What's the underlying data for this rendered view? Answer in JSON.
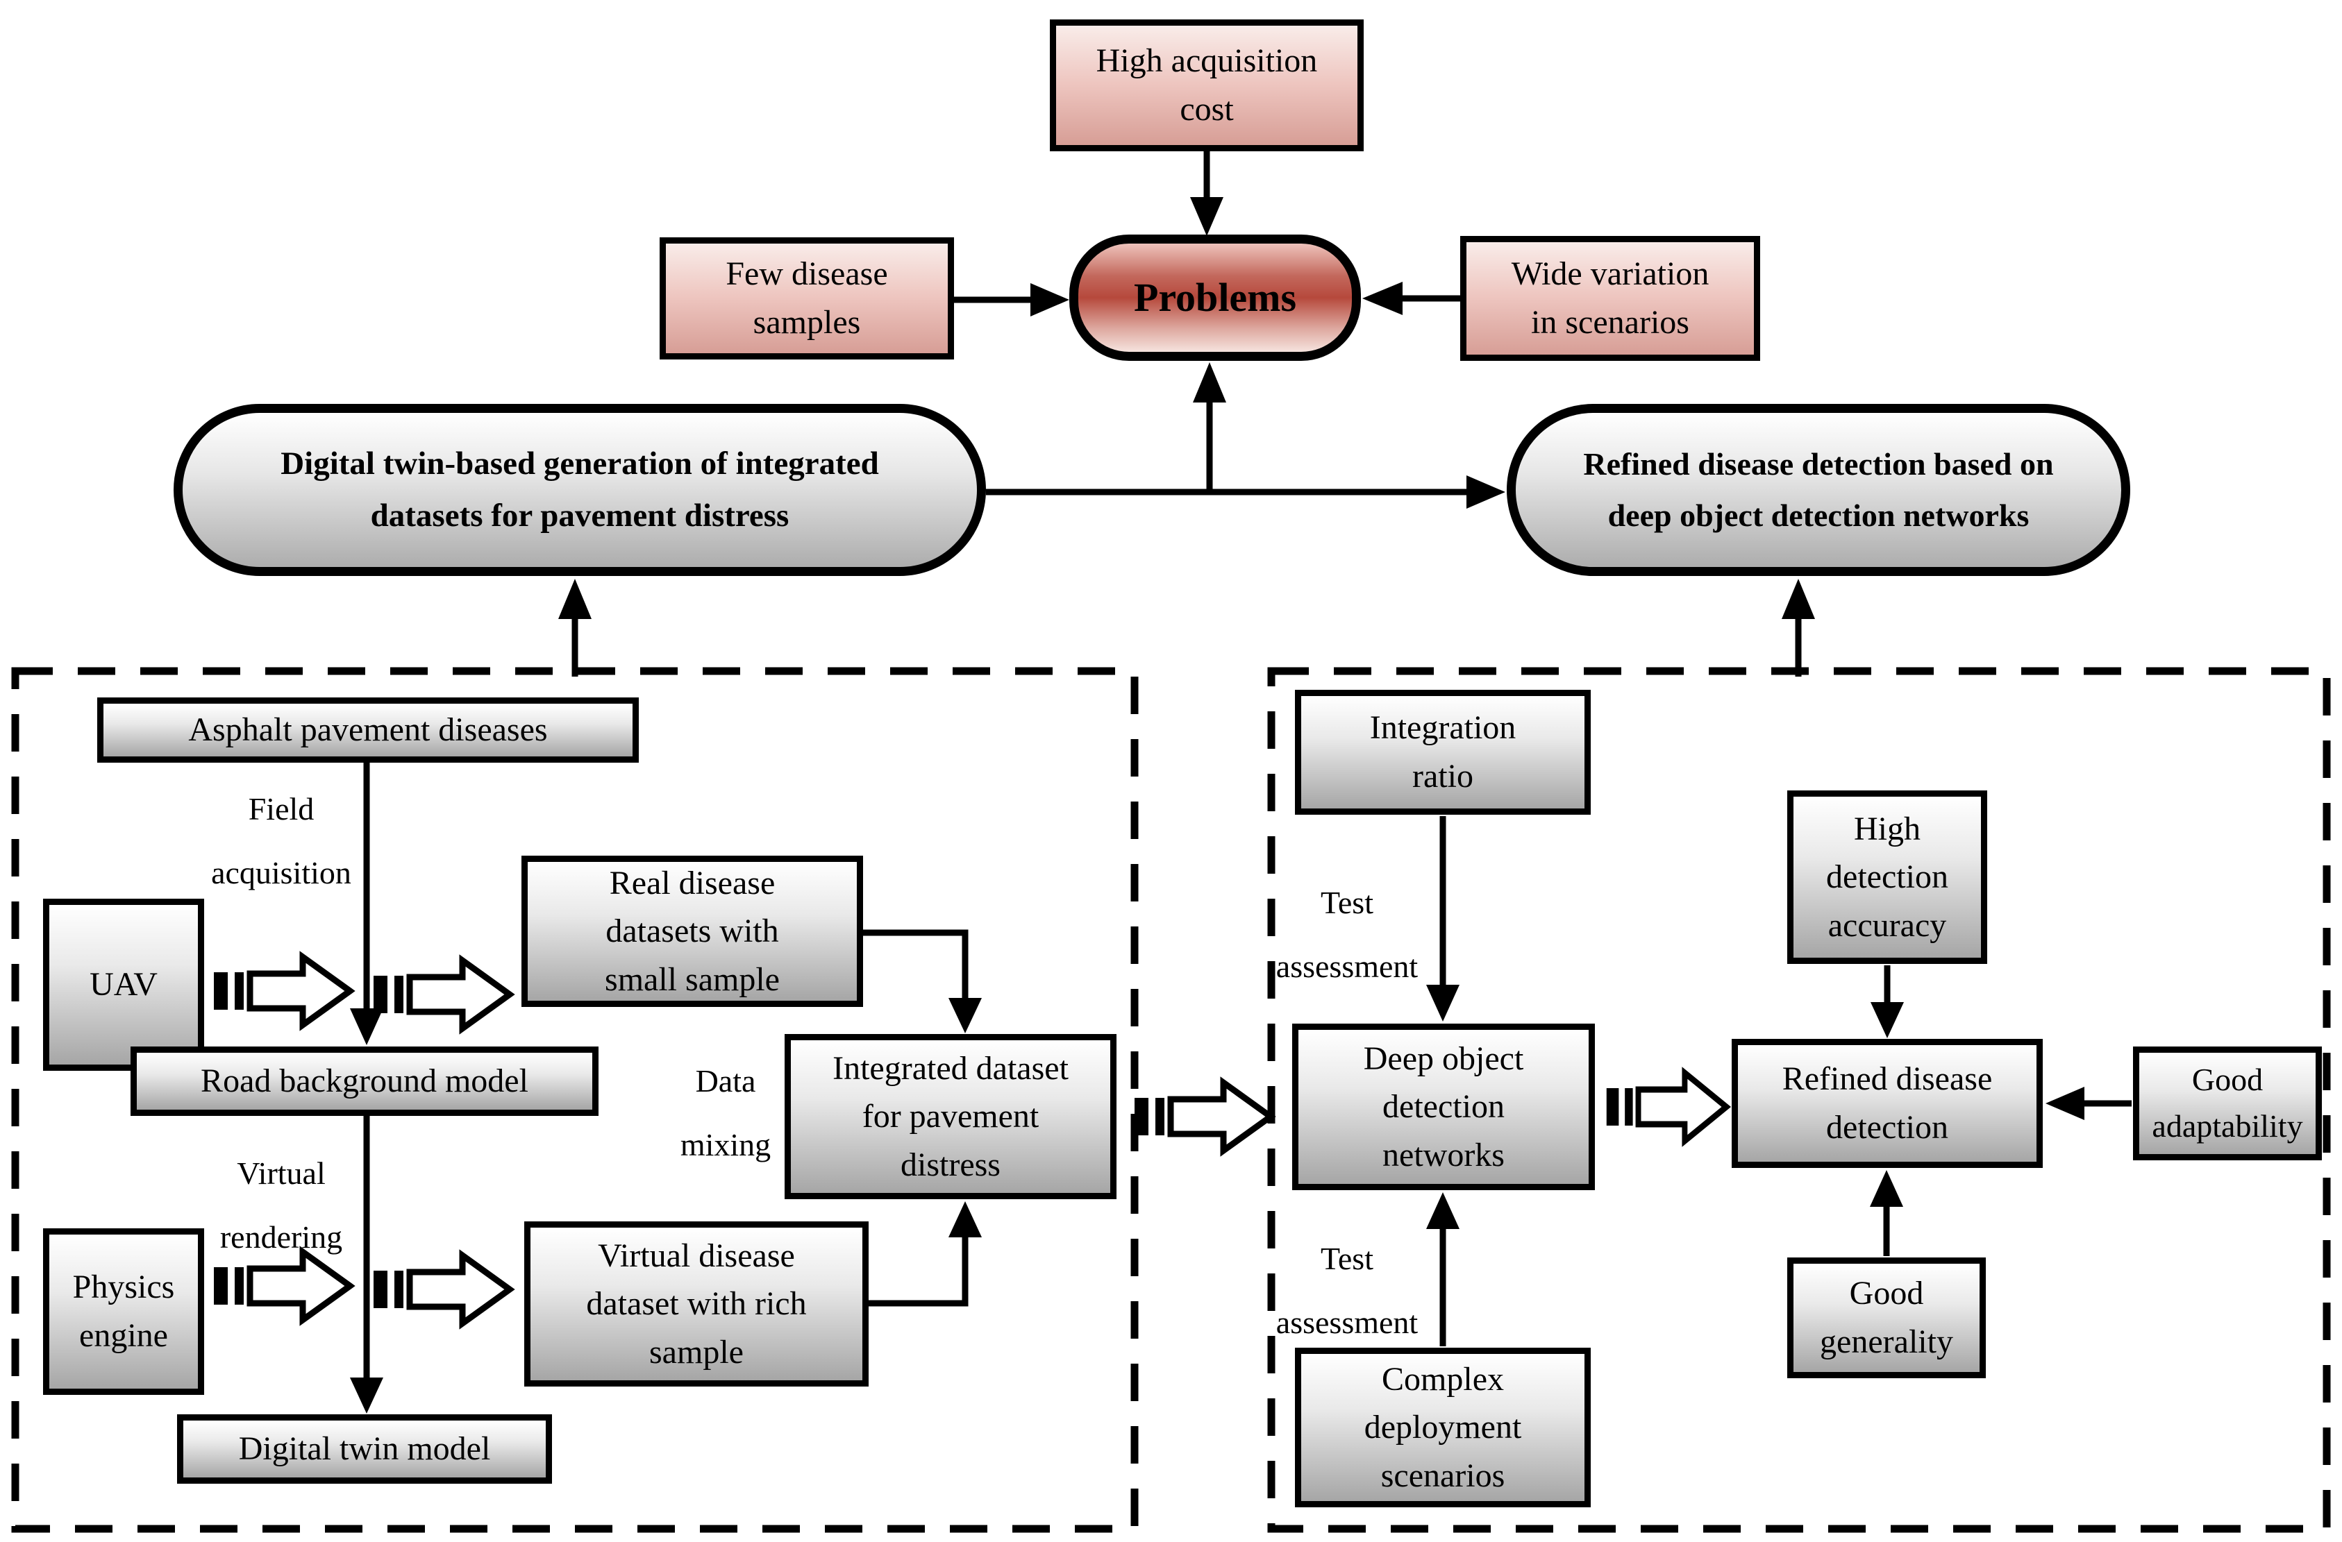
{
  "problems_hub": {
    "label": "Problems"
  },
  "causes": {
    "high_acquisition_cost": "High acquisition\ncost",
    "few_disease_samples": "Few disease\nsamples",
    "wide_variation": "Wide variation\nin scenarios"
  },
  "solutions": {
    "left_stadium": "Digital twin-based generation of integrated\ndatasets for pavement distress",
    "right_stadium": "Refined disease detection based on\ndeep object detection networks"
  },
  "left_panel": {
    "asphalt": "Asphalt pavement diseases",
    "field_acquisition_label": "Field\nacquisition",
    "uav": "UAV",
    "real_disease": "Real disease\ndatasets with\nsmall sample",
    "road_background": "Road background model",
    "data_mixing_label": "Data\nmixing",
    "integrated_dataset": "Integrated dataset\nfor pavement\ndistress",
    "virtual_rendering_label": "Virtual\nrendering",
    "physics_engine": "Physics\nengine",
    "virtual_disease": "Virtual disease\ndataset with rich\nsample",
    "digital_twin": "Digital twin model"
  },
  "right_panel": {
    "integration_ratio": "Integration\nratio",
    "test_assessment_top": "Test\nassessment",
    "high_detection_accuracy": "High\ndetection\naccuracy",
    "deep_networks": "Deep object\ndetection\nnetworks",
    "refined_detection": "Refined disease\ndetection",
    "good_adaptability": "Good\nadaptability",
    "test_assessment_bottom": "Test\nassessment",
    "complex_scenarios": "Complex\ndeployment\nscenarios",
    "good_generality": "Good\ngenerality"
  },
  "colors": {
    "pink_top": "#f9ece9",
    "pink_bottom": "#d79e96",
    "problem_dark_red": "#b6493c",
    "gray_top": "#ffffff",
    "gray_bottom": "#a6a6a6",
    "line": "#000000"
  }
}
